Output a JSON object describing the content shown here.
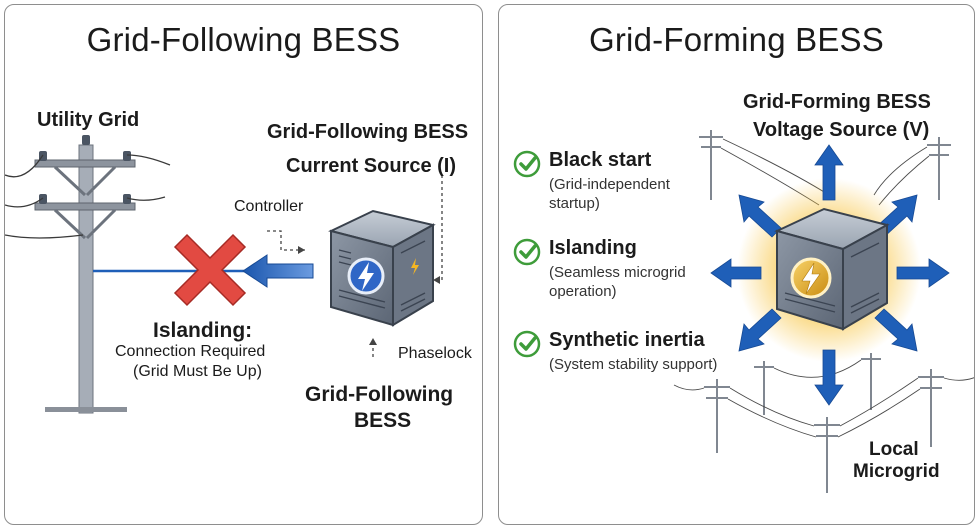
{
  "left": {
    "title": "Grid-Following BESS",
    "utility_label": "Utility Grid",
    "bess_top_line1": "Grid-Following BESS",
    "bess_top_line2": "Current Source (I)",
    "controller_label": "Controller",
    "phaselock_label": "Phaselock",
    "islanding_title": "Islanding:",
    "islanding_line1": "Connection Required",
    "islanding_line2": "(Grid Must Be Up)",
    "bess_bottom_line1": "Grid-Following",
    "bess_bottom_line2": "BESS"
  },
  "right": {
    "title": "Grid-Forming BESS",
    "bess_line1": "Grid-Forming BESS",
    "bess_line2": "Voltage Source (V)",
    "features": [
      {
        "title": "Black start",
        "desc": "(Grid-independent startup)"
      },
      {
        "title": "Islanding",
        "desc": "(Seamless microgrid operation)"
      },
      {
        "title": "Synthetic inertia",
        "desc": "(System stability support)"
      }
    ],
    "microgrid_line1": "Local",
    "microgrid_line2": "Microgrid"
  },
  "colors": {
    "arrow_blue": "#1f5fb8",
    "cross_red": "#e0403a",
    "check_green": "#3e9c3a",
    "glow": "#f5b622"
  },
  "icons": [
    "utility-pole-icon",
    "battery-cube-icon",
    "lightning-bolt-icon",
    "red-x-icon",
    "check-icon"
  ]
}
